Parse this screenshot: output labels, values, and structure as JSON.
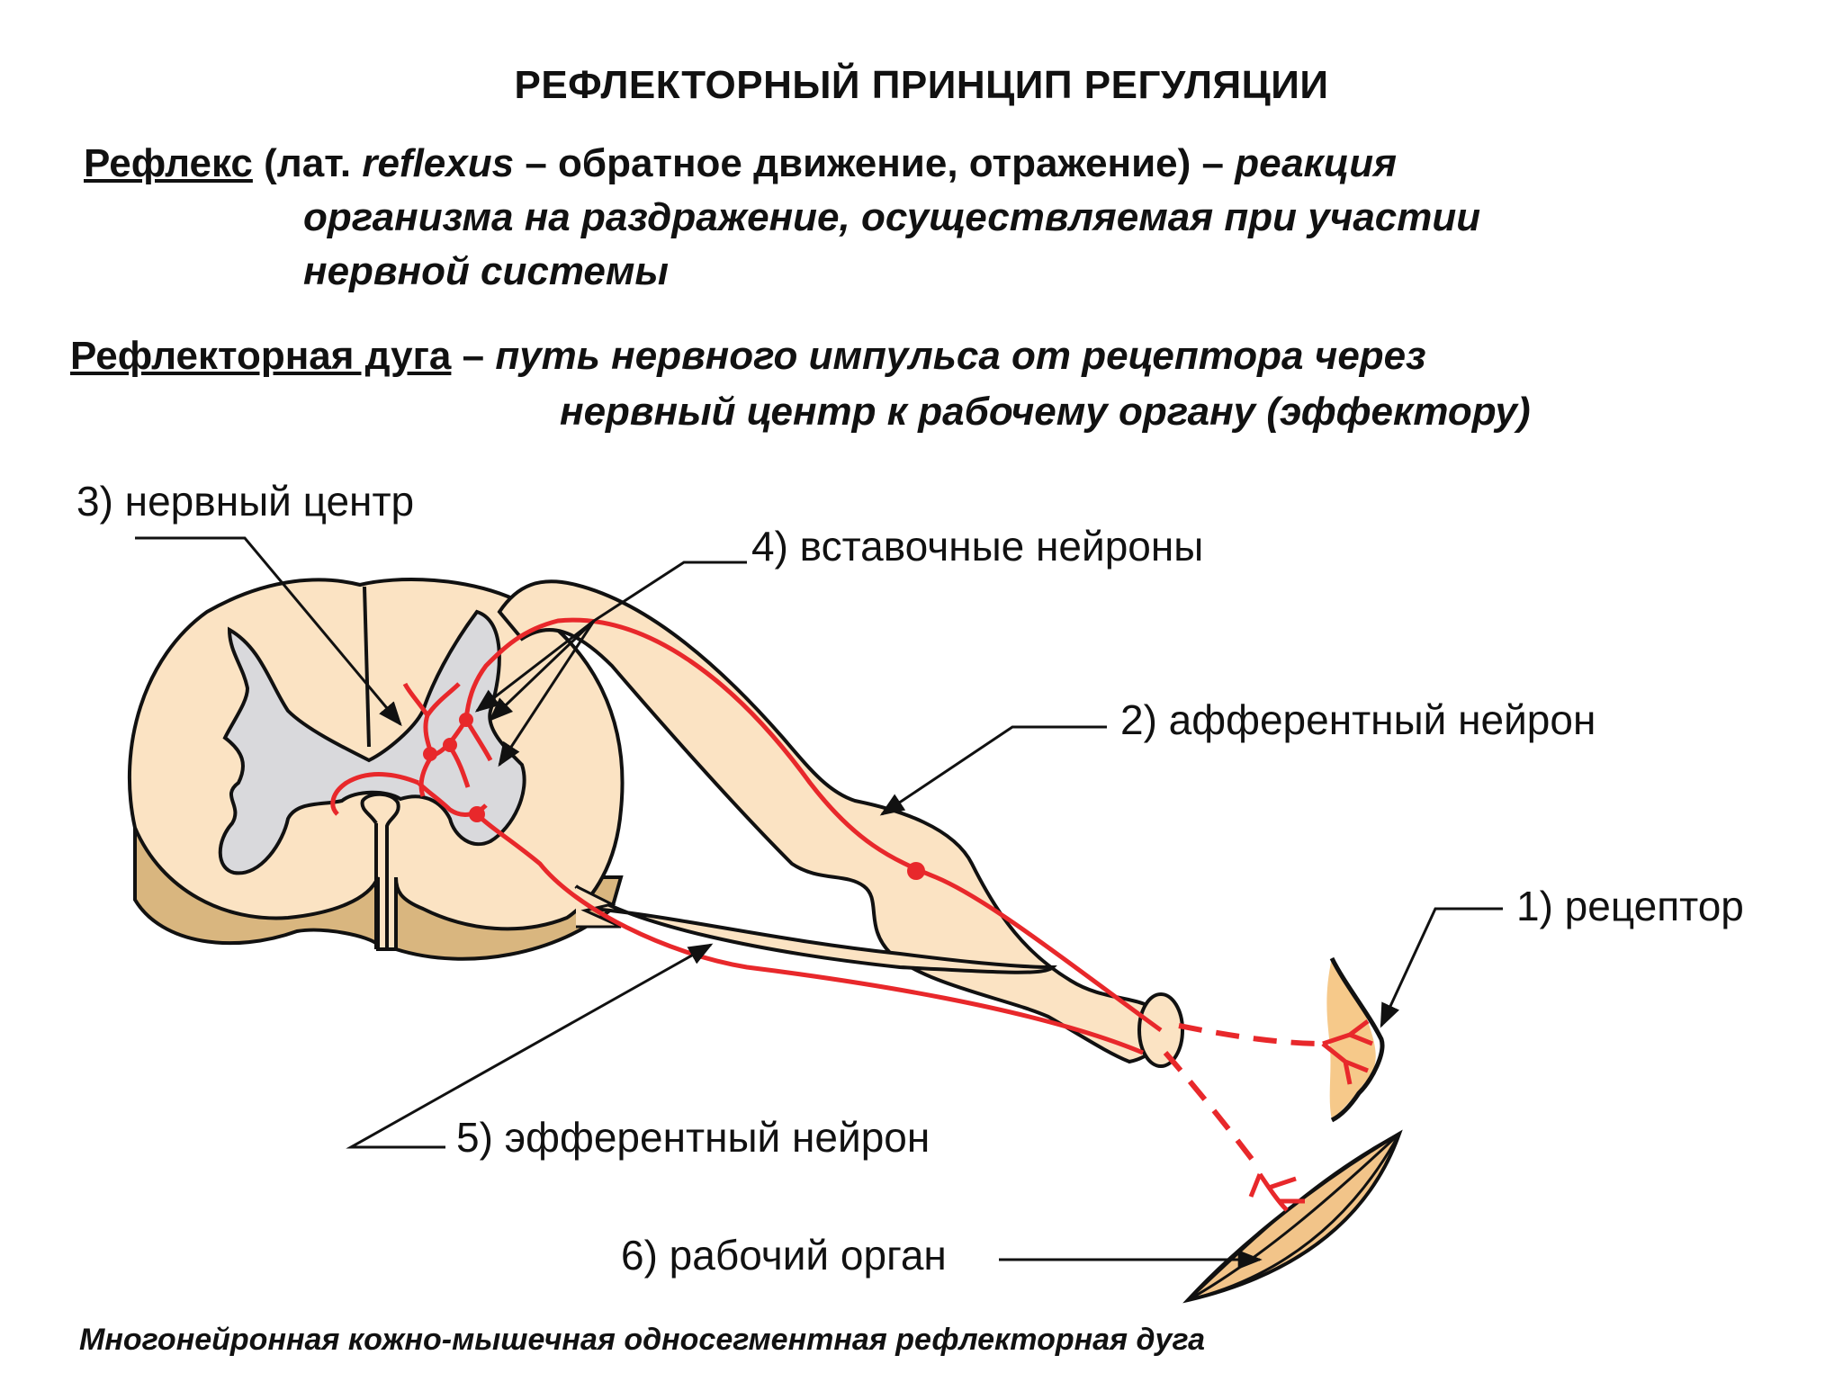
{
  "title": "РЕФЛЕКТОРНЫЙ ПРИНЦИП РЕГУЛЯЦИИ",
  "reflex": {
    "term": "Рефлекс",
    "open": " (лат. ",
    "latin": "reflexus",
    "literal": " – обратное движение, отражение) – ",
    "def_line1": "реакция",
    "def_line2": "организма на раздражение, осуществляемая при участии",
    "def_line3": "нервной системы"
  },
  "arc": {
    "term": "Рефлекторная дуга",
    "dash": " – ",
    "def_line1": "путь нервного импульса от рецептора через",
    "def_line2": "нервный центр к рабочему органу (эффектору)"
  },
  "labels": {
    "nerve_center": "3) нервный центр",
    "interneurons": "4) вставочные нейроны",
    "afferent": "2) афферентный нейрон",
    "receptor": "1) рецептор",
    "efferent": "5) эфферентный нейрон",
    "organ": "6) рабочий орган"
  },
  "caption": "Многонейронная кожно-мышечная односегментная рефлекторная дуга",
  "colors": {
    "tissue": "#fbe3c3",
    "tissue_side": "#d9b67f",
    "gray_matter": "#d9d9dc",
    "nerve": "#e8282b",
    "receptor": "#f6c98a",
    "muscle": "#f2c489",
    "outline": "#111111"
  }
}
